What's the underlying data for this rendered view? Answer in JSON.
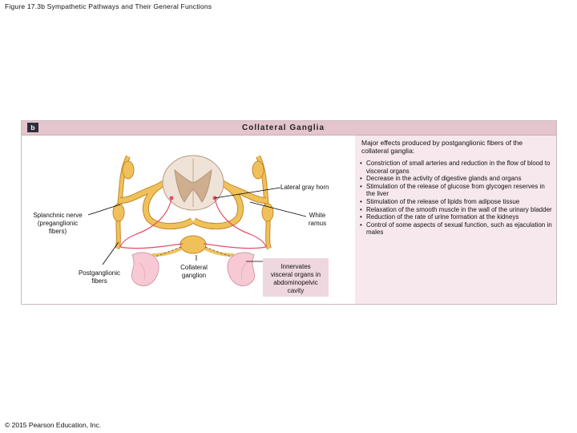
{
  "figure_title": "Figure 17.3b Sympathetic Pathways and Their General Functions",
  "copyright": "© 2015 Pearson Education, Inc.",
  "panel": {
    "badge": "b",
    "title": "Collateral Ganglia"
  },
  "labels": {
    "lateral_gray_horn": "Lateral gray horn",
    "white_ramus": [
      "White",
      "ramus"
    ],
    "splanchnic_nerve": [
      "Splanchnic nerve",
      "(preganglionic",
      "fibers)"
    ],
    "postganglionic_fibers": [
      "Postganglionic",
      "fibers"
    ],
    "collateral_ganglion": [
      "Collateral",
      "ganglion"
    ],
    "innervates": [
      "Innervates",
      "visceral organs in",
      "abdominopelvic",
      "cavity"
    ]
  },
  "effects": {
    "heading": "Major effects produced by postganglionic fibers of the collateral ganglia:",
    "items": [
      "Constriction of small arteries and reduction in the flow of blood to visceral organs",
      "Decrease in the activity of digestive glands and organs",
      "Stimulation of the release of glucose from glycogen reserves in the liver",
      "Stimulation of the release of lipids from adipose tissue",
      "Relaxation of the smooth muscle in the wall of the urinary bladder",
      "Reduction of the rate of urine formation at the kidneys",
      "Control of some aspects of sexual function, such as ejaculation in males"
    ]
  },
  "colors": {
    "header": "#e4c5cd",
    "effects_bg": "#f6e8ed",
    "nerve": "#f0c15a",
    "nerve_outline": "#c4892a",
    "spinal_cord": "#efe2d6",
    "gray_matter": "#cfad8f",
    "fiber": "#e0506a",
    "organ": "#f7c9d4"
  }
}
